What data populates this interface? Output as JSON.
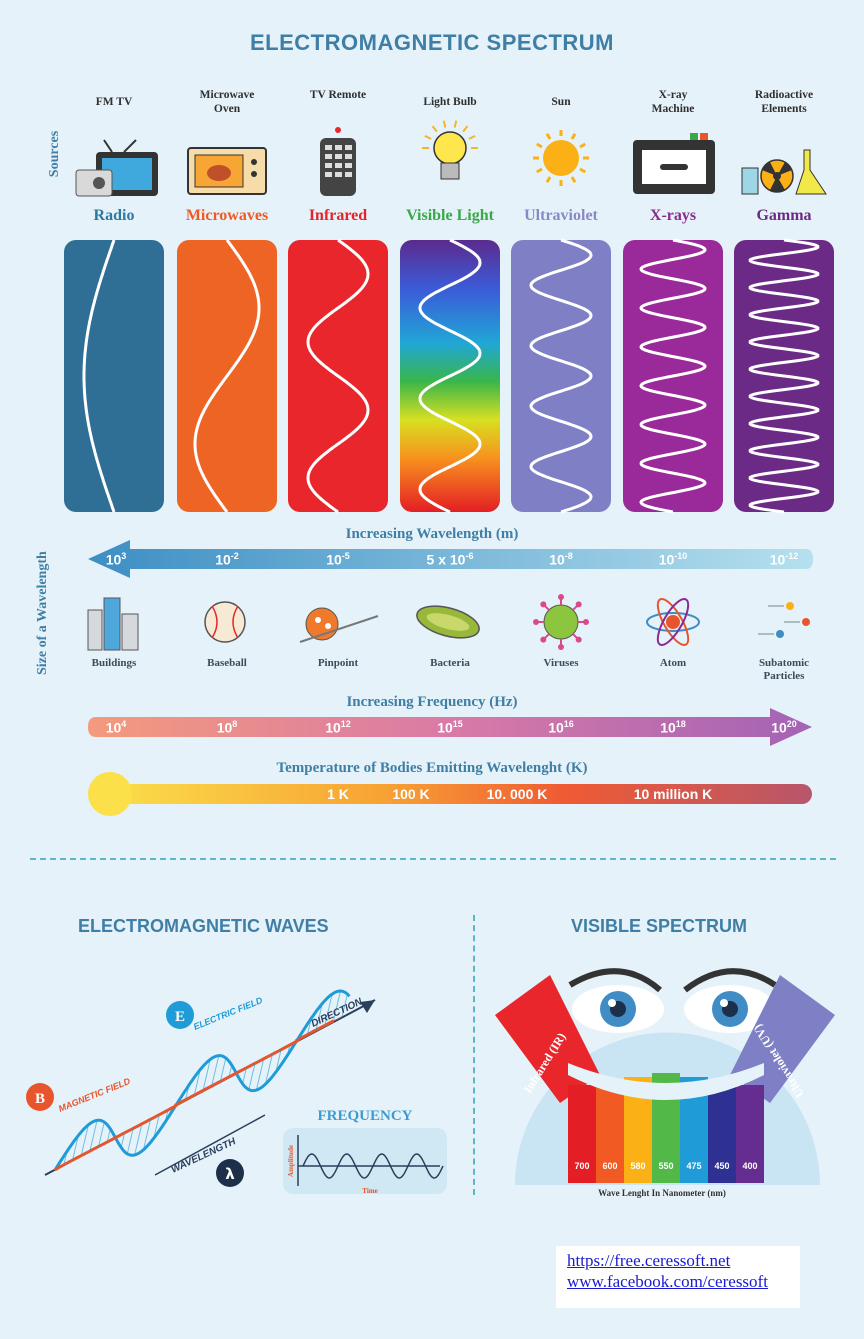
{
  "title": "ELECTROMAGNETIC SPECTRUM",
  "sources_label": "Sources",
  "size_label": "Size of a Wavelength",
  "bands": [
    {
      "name": "Radio",
      "source": "FM  TV",
      "color": "#2c7aa1",
      "bg": "#2f6f96",
      "icon": "tv-radio-icon"
    },
    {
      "name": "Microwaves",
      "source": "Microwave Oven",
      "color": "#ef5a24",
      "bg": "#ee6424",
      "icon": "microwave-oven-icon"
    },
    {
      "name": "Infrared",
      "source": "TV Remote",
      "color": "#e7232a",
      "bg": "#e8262b",
      "icon": "tv-remote-icon"
    },
    {
      "name": "Visible Light",
      "source": "Light Bulb",
      "color": "#3aa748",
      "bg": "rainbow",
      "icon": "light-bulb-icon"
    },
    {
      "name": "Ultraviolet",
      "source": "Sun",
      "color": "#8a87c7",
      "bg": "#7f7fc6",
      "icon": "sun-icon"
    },
    {
      "name": "X-rays",
      "source": "X-ray Machine",
      "color": "#8b2a91",
      "bg": "#9a2a9a",
      "icon": "xray-machine-icon"
    },
    {
      "name": "Gamma",
      "source": "Radioactive Elements",
      "color": "#6b2a83",
      "bg": "#6b2a86",
      "icon": "radioactive-elements-icon"
    }
  ],
  "wavelength": {
    "title": "Increasing Wavelength (m)",
    "ticks": [
      {
        "base": "10",
        "exp": "3"
      },
      {
        "base": "10",
        "exp": "-2"
      },
      {
        "base": "10",
        "exp": "-5"
      },
      {
        "base": "5 x 10",
        "exp": "-6"
      },
      {
        "base": "10",
        "exp": "-8"
      },
      {
        "base": "10",
        "exp": "-10"
      },
      {
        "base": "10",
        "exp": "-12"
      }
    ]
  },
  "sizes": [
    {
      "label": "Buildings",
      "icon": "buildings-icon"
    },
    {
      "label": "Baseball",
      "icon": "baseball-icon"
    },
    {
      "label": "Pinpoint",
      "icon": "pinpoint-icon"
    },
    {
      "label": "Bacteria",
      "icon": "bacteria-icon"
    },
    {
      "label": "Viruses",
      "icon": "virus-icon"
    },
    {
      "label": "Atom",
      "icon": "atom-icon"
    },
    {
      "label": "Subatomic Particles",
      "icon": "subatomic-particles-icon"
    }
  ],
  "frequency": {
    "title": "Increasing Frequency (Hz)",
    "ticks": [
      {
        "base": "10",
        "exp": "4"
      },
      {
        "base": "10",
        "exp": "8"
      },
      {
        "base": "10",
        "exp": "12"
      },
      {
        "base": "10",
        "exp": "15"
      },
      {
        "base": "10",
        "exp": "16"
      },
      {
        "base": "10",
        "exp": "18"
      },
      {
        "base": "10",
        "exp": "20"
      }
    ]
  },
  "temperature": {
    "title": "Temperature of Bodies Emitting Wavelenght (K)",
    "ticks": [
      "1 K",
      "100 K",
      "10. 000 K",
      "10 million K"
    ]
  },
  "em_waves": {
    "title": "ELECTROMAGNETIC WAVES",
    "e_symbol": "E",
    "b_symbol": "B",
    "lambda": "λ",
    "electric_field": "ELECTRIC FIELD",
    "magnetic_field": "MAGNETIC FIELD",
    "direction": "DIRECTION",
    "wavelength": "WAVELENGTH",
    "frequency_title": "FREQUENCY",
    "amplitude": "Amplitude",
    "time": "Time"
  },
  "visible_spectrum": {
    "title": "VISIBLE SPECTRUM",
    "infrared": "Infrared (IR)",
    "ultraviolet": "Ultraviolet (UV)",
    "caption": "Wave Lenght In Nanometer (nm)",
    "bands": [
      {
        "nm": "700",
        "color": "#e31e24"
      },
      {
        "nm": "600",
        "color": "#f15a22"
      },
      {
        "nm": "580",
        "color": "#fbb016"
      },
      {
        "nm": "550",
        "color": "#52b848"
      },
      {
        "nm": "475",
        "color": "#1f9bd7"
      },
      {
        "nm": "450",
        "color": "#2e3192"
      },
      {
        "nm": "400",
        "color": "#662d91"
      }
    ]
  },
  "links": [
    "https://free.ceressoft.net",
    "www.facebook.com/ceressoft"
  ]
}
